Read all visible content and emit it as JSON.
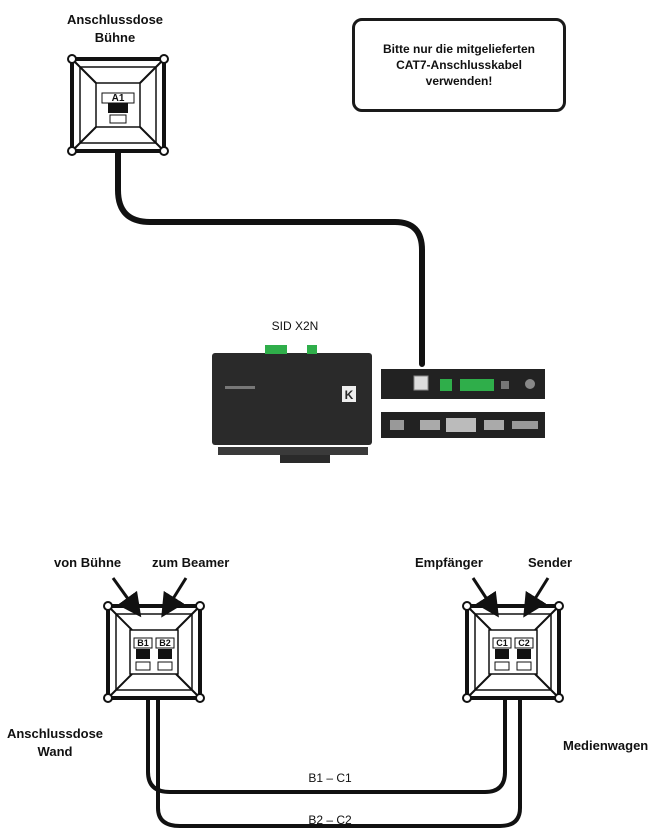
{
  "stage_box": {
    "title_line1": "Anschlussdose",
    "title_line2": "Bühne",
    "port": "A1"
  },
  "note": {
    "line1": "Bitte nur die mitgelieferten",
    "line2": "CAT7-Anschlusskabel",
    "line3": "verwenden!"
  },
  "device": {
    "title": "SID X2N"
  },
  "wall_box": {
    "label_in": "von Bühne",
    "label_out": "zum Beamer",
    "caption_line1": "Anschlussdose",
    "caption_line2": "Wand",
    "port1": "B1",
    "port2": "B2"
  },
  "cart_box": {
    "label_receiver": "Empfänger",
    "label_sender": "Sender",
    "caption": "Medienwagen",
    "port1": "C1",
    "port2": "C2"
  },
  "cables": {
    "upper": "B1 – C1",
    "lower": "B2 – C2"
  },
  "colors": {
    "cable": "#111111",
    "device_body": "#2a2a2a",
    "port_green": "#2fae4a"
  }
}
